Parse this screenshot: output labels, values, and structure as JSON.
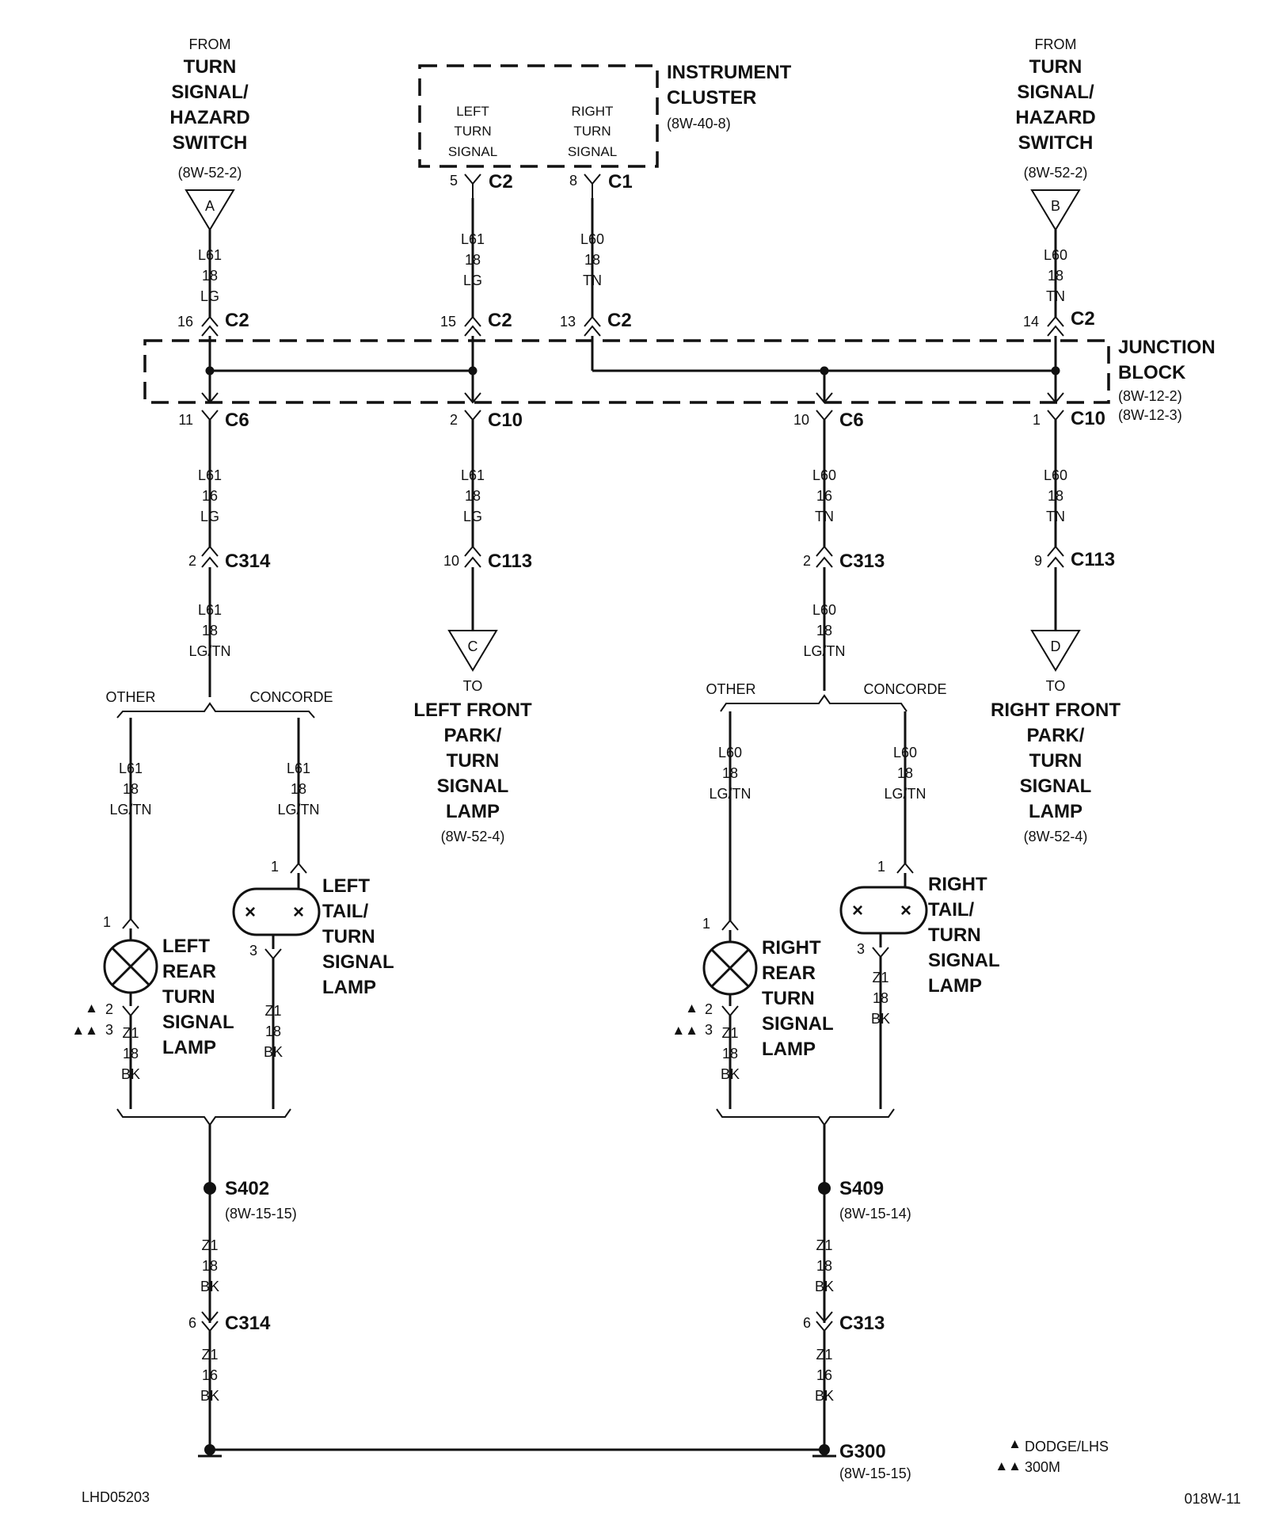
{
  "top_left_source": {
    "line1": "FROM",
    "name": [
      "TURN",
      "SIGNAL/",
      "HAZARD",
      "SWITCH"
    ],
    "ref": "(8W-52-2)",
    "connector": "A"
  },
  "top_right_source": {
    "line1": "FROM",
    "name": [
      "TURN",
      "SIGNAL/",
      "HAZARD",
      "SWITCH"
    ],
    "ref": "(8W-52-2)",
    "connector": "B"
  },
  "instrument_cluster": {
    "title": [
      "INSTRUMENT",
      "CLUSTER"
    ],
    "ref": "(8W-40-8)",
    "left_label": [
      "LEFT",
      "TURN",
      "SIGNAL"
    ],
    "right_label": [
      "RIGHT",
      "TURN",
      "SIGNAL"
    ],
    "left_pin": "5",
    "left_conn": "C2",
    "right_pin": "8",
    "right_conn": "C1"
  },
  "junction_block": {
    "title": [
      "JUNCTION",
      "BLOCK"
    ],
    "refs": [
      "(8W-12-2)",
      "(8W-12-3)"
    ]
  },
  "wires": {
    "a": [
      "L61",
      "18",
      "LG"
    ],
    "b": [
      "L61",
      "18",
      "LG"
    ],
    "c": [
      "L60",
      "18",
      "TN"
    ],
    "d": [
      "L60",
      "18",
      "TN"
    ],
    "e": [
      "L61",
      "16",
      "LG"
    ],
    "f": [
      "L61",
      "18",
      "LG"
    ],
    "g": [
      "L60",
      "16",
      "TN"
    ],
    "h": [
      "L60",
      "18",
      "TN"
    ],
    "i": [
      "L61",
      "18",
      "LG/TN"
    ],
    "j": [
      "L60",
      "18",
      "LG/TN"
    ],
    "k": [
      "L61",
      "18",
      "LG/TN"
    ],
    "l": [
      "L61",
      "18",
      "LG/TN"
    ],
    "m": [
      "L60",
      "18",
      "LG/TN"
    ],
    "n": [
      "L60",
      "18",
      "LG/TN"
    ],
    "o": [
      "Z1",
      "18",
      "BK"
    ],
    "p": [
      "Z1",
      "18",
      "BK"
    ],
    "q": [
      "Z1",
      "18",
      "BK"
    ],
    "r": [
      "Z1",
      "18",
      "BK"
    ],
    "s": [
      "Z1",
      "18",
      "BK"
    ],
    "t": [
      "Z1",
      "18",
      "BK"
    ],
    "u": [
      "Z1",
      "16",
      "BK"
    ],
    "v": [
      "Z1",
      "16",
      "BK"
    ]
  },
  "connectors": {
    "c2a": {
      "pin": "16",
      "name": "C2"
    },
    "c2b": {
      "pin": "15",
      "name": "C2"
    },
    "c2c": {
      "pin": "13",
      "name": "C2"
    },
    "c2d": {
      "pin": "14",
      "name": "C2"
    },
    "c6a": {
      "pin": "11",
      "name": "C6"
    },
    "c10a": {
      "pin": "2",
      "name": "C10"
    },
    "c6b": {
      "pin": "10",
      "name": "C6"
    },
    "c10b": {
      "pin": "1",
      "name": "C10"
    },
    "c314a": {
      "pin": "2",
      "name": "C314"
    },
    "c113a": {
      "pin": "10",
      "name": "C113"
    },
    "c313a": {
      "pin": "2",
      "name": "C313"
    },
    "c113b": {
      "pin": "9",
      "name": "C113"
    },
    "c314b": {
      "pin": "6",
      "name": "C314"
    },
    "c313b": {
      "pin": "6",
      "name": "C313"
    }
  },
  "branches": {
    "other": "OTHER",
    "concorde": "CONCORDE"
  },
  "left_front": {
    "connector": "C",
    "to": "TO",
    "name": [
      "LEFT FRONT",
      "PARK/",
      "TURN",
      "SIGNAL",
      "LAMP"
    ],
    "ref": "(8W-52-4)"
  },
  "right_front": {
    "connector": "D",
    "to": "TO",
    "name": [
      "RIGHT FRONT",
      "PARK/",
      "TURN",
      "SIGNAL",
      "LAMP"
    ],
    "ref": "(8W-52-4)"
  },
  "lamps": {
    "left_rear": {
      "name": [
        "LEFT",
        "REAR",
        "TURN",
        "SIGNAL",
        "LAMP"
      ],
      "pin_in": "1",
      "pin_a": "2",
      "pin_b": "3"
    },
    "left_tail": {
      "name": [
        "LEFT",
        "TAIL/",
        "TURN",
        "SIGNAL",
        "LAMP"
      ],
      "pin_in": "1",
      "pin_out": "3"
    },
    "right_rear": {
      "name": [
        "RIGHT",
        "REAR",
        "TURN",
        "SIGNAL",
        "LAMP"
      ],
      "pin_in": "1",
      "pin_a": "2",
      "pin_b": "3"
    },
    "right_tail": {
      "name": [
        "RIGHT",
        "TAIL/",
        "TURN",
        "SIGNAL",
        "LAMP"
      ],
      "pin_in": "1",
      "pin_out": "3"
    }
  },
  "splices": {
    "s402": {
      "name": "S402",
      "ref": "(8W-15-15)"
    },
    "s409": {
      "name": "S409",
      "ref": "(8W-15-14)"
    }
  },
  "ground": {
    "name": "G300",
    "ref": "(8W-15-15)"
  },
  "legend": {
    "single": "DODGE/LHS",
    "double": "300M"
  },
  "footer": {
    "left": "LHD05203",
    "right": "018W-11"
  }
}
